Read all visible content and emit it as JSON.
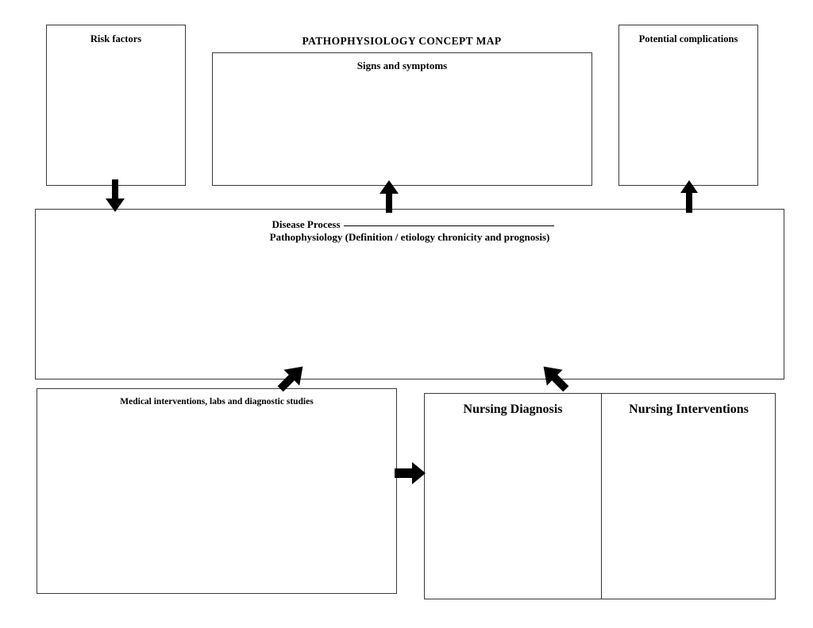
{
  "document": {
    "title": "PATHOPHYSIOLOGY CONCEPT MAP",
    "background_color": "#ffffff",
    "ink_color": "#000000",
    "border_color": "#3a3a3a"
  },
  "boxes": {
    "risk_factors": {
      "label": "Risk factors",
      "content": ""
    },
    "signs_and_symptoms": {
      "label": "Signs and symptoms",
      "content": ""
    },
    "potential_complications": {
      "label": "Potential complications",
      "content": ""
    },
    "disease_process": {
      "line1_label": "Disease Process",
      "line1_blank": "",
      "line2_label": "Pathophysiology (Definition / etiology chronicity and prognosis)",
      "content": ""
    },
    "medical_interventions": {
      "label": "Medical interventions, labs and diagnostic studies",
      "content": ""
    },
    "nursing_diagnosis": {
      "label": "Nursing Diagnosis",
      "content": ""
    },
    "nursing_interventions": {
      "label": "Nursing Interventions",
      "content": ""
    }
  },
  "arrows": [
    {
      "name": "risk-factors-to-disease-process",
      "direction": "down"
    },
    {
      "name": "disease-process-to-signs-and-symptoms",
      "direction": "up"
    },
    {
      "name": "disease-process-to-potential-complications",
      "direction": "up"
    },
    {
      "name": "disease-process-to-medical-interventions",
      "direction": "down-left"
    },
    {
      "name": "disease-process-to-nursing",
      "direction": "down-right"
    },
    {
      "name": "medical-interventions-to-nursing-diagnosis",
      "direction": "right"
    }
  ]
}
